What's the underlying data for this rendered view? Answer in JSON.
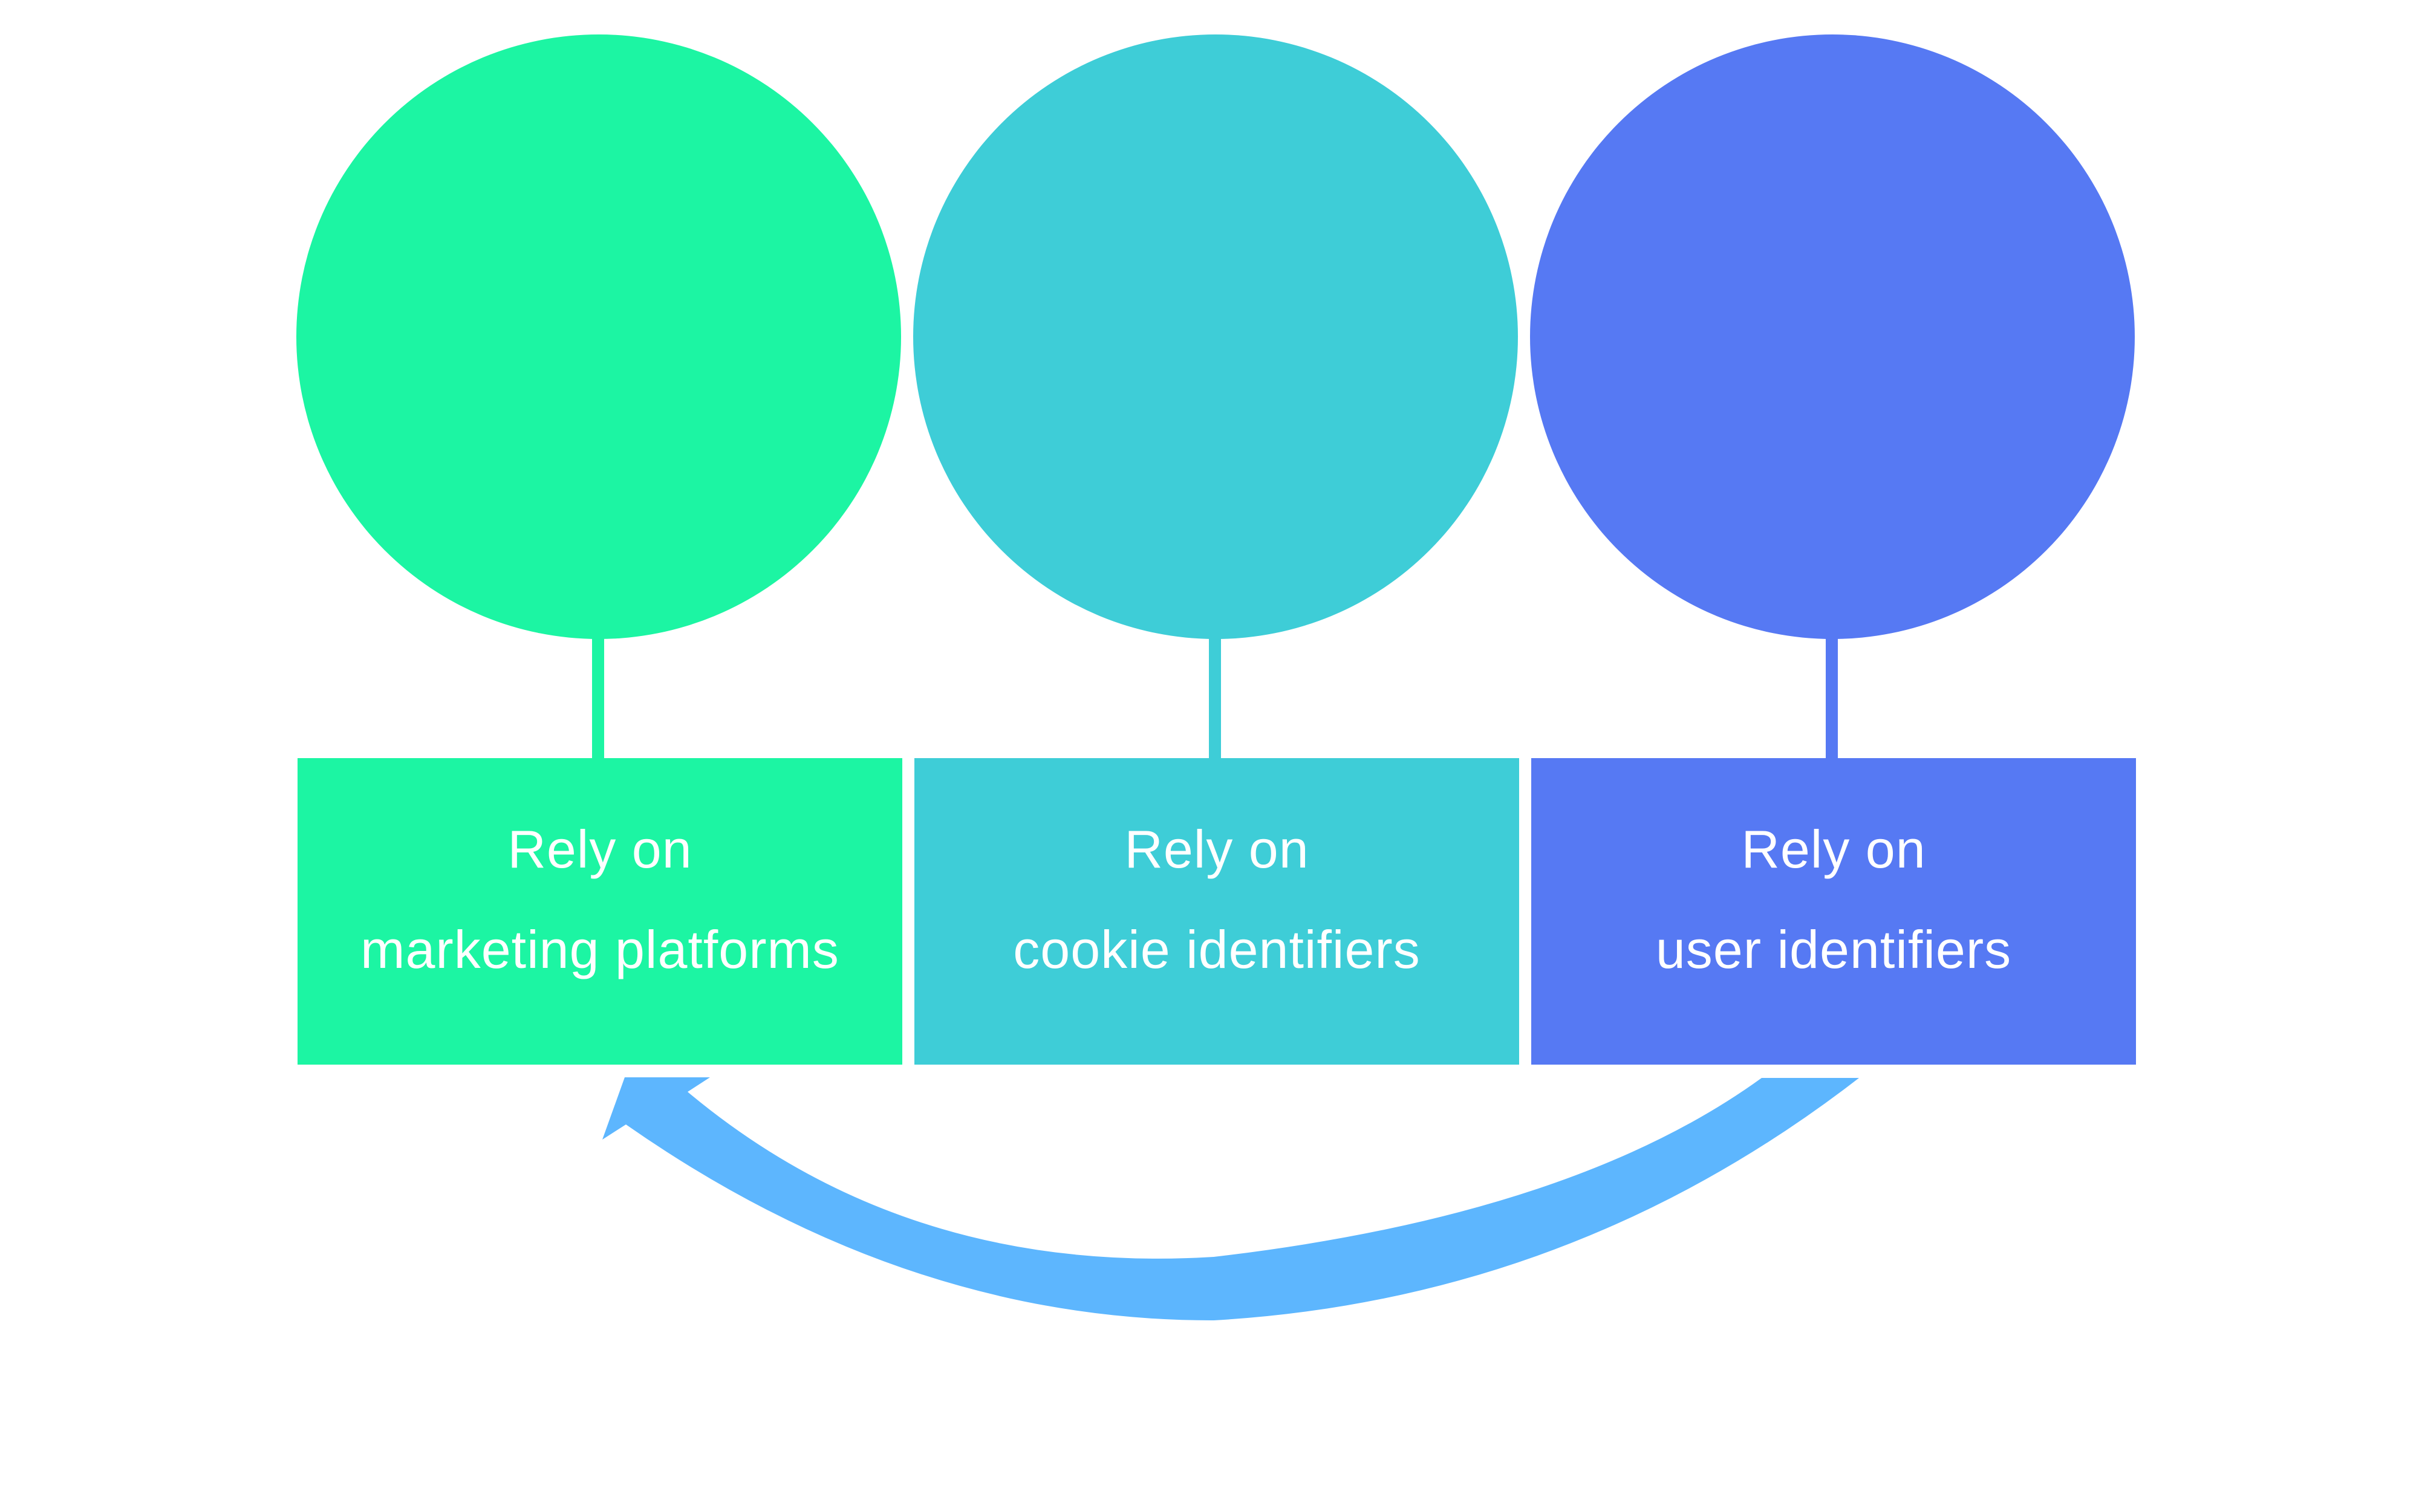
{
  "colors": {
    "green": "#1CF5A3",
    "teal": "#3ECDD7",
    "blue": "#5679F3",
    "arrow": "#5DB6FE"
  },
  "items": [
    {
      "line1": "Rely on",
      "line2": "marketing platforms",
      "color": "#1CF5A3"
    },
    {
      "line1": "Rely on",
      "line2": "cookie identifiers",
      "color": "#3ECDD7"
    },
    {
      "line1": "Rely on",
      "line2": "user identifiers",
      "color": "#5679F3"
    }
  ],
  "arrow": {
    "icon": "curved-arrow-left-icon",
    "direction": "from user identifiers to marketing platforms"
  }
}
